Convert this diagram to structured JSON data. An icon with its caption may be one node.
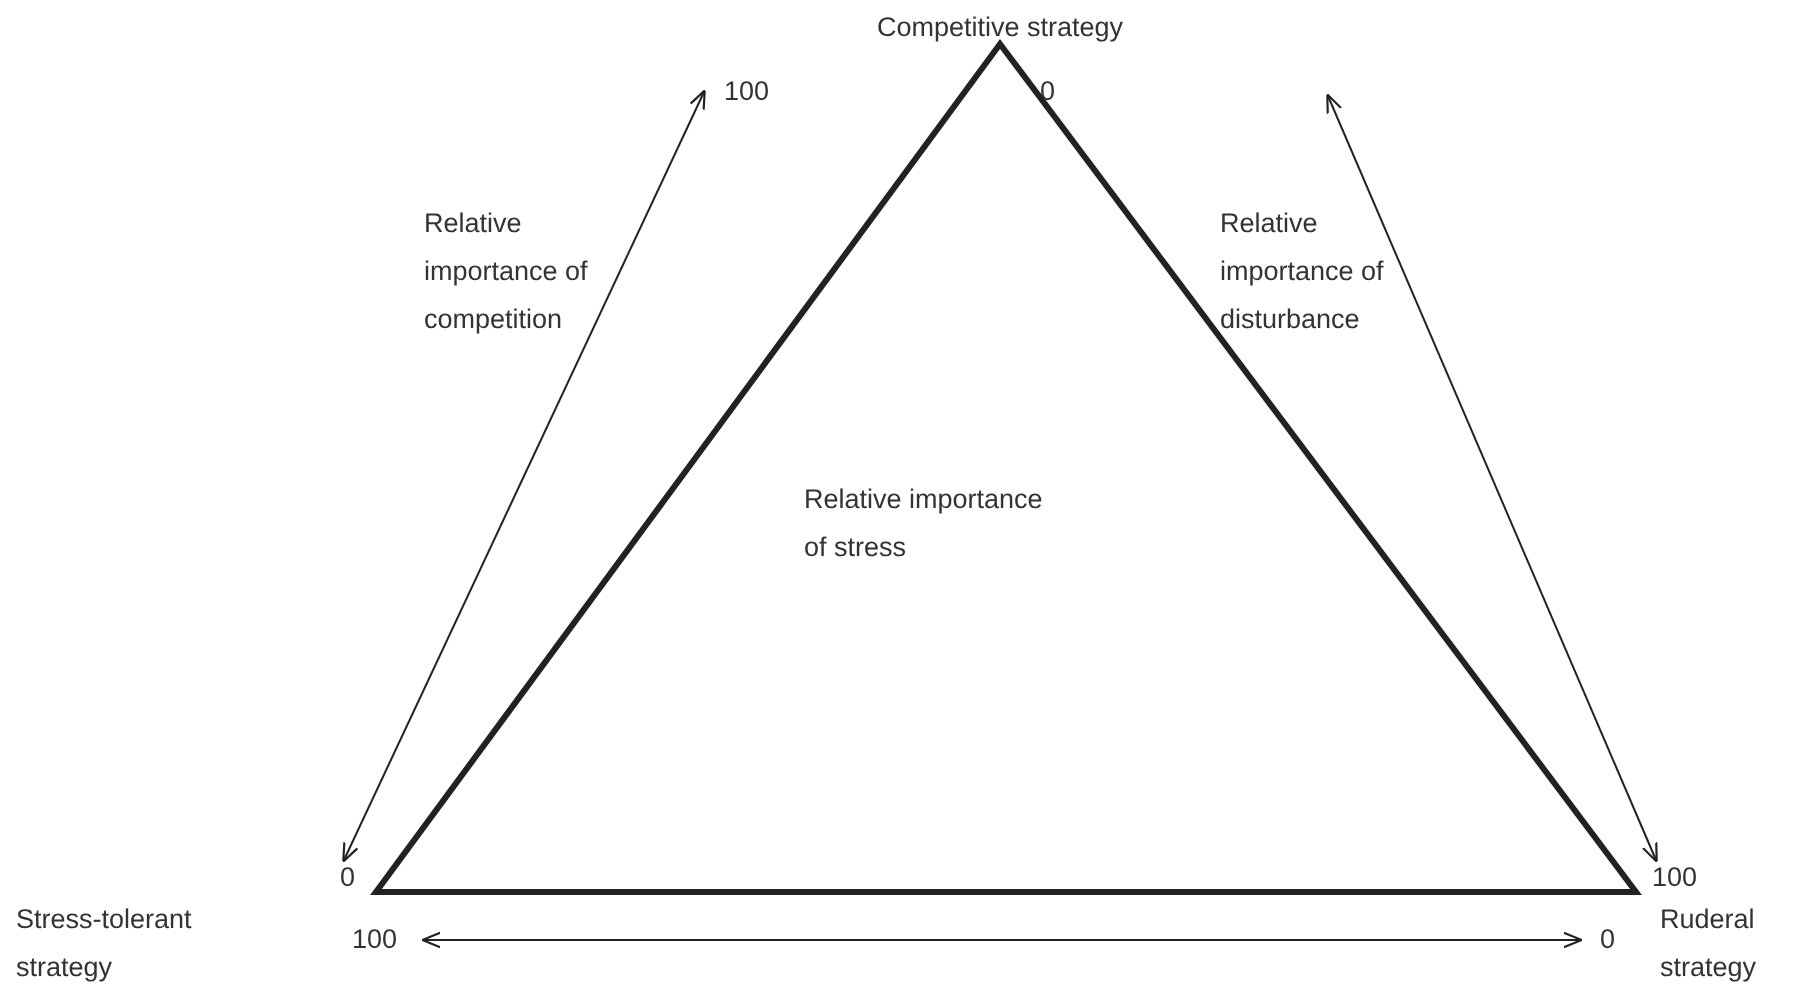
{
  "diagram": {
    "labels": [
      "Competitive strategy",
      "100",
      "0",
      "Relative importance of competition",
      "Relative importance of disturbance",
      "Relative importance of stress",
      "0",
      "100",
      "Stress-tolerant strategy",
      "100",
      "0",
      "Ruderal strategy"
    ]
  }
}
